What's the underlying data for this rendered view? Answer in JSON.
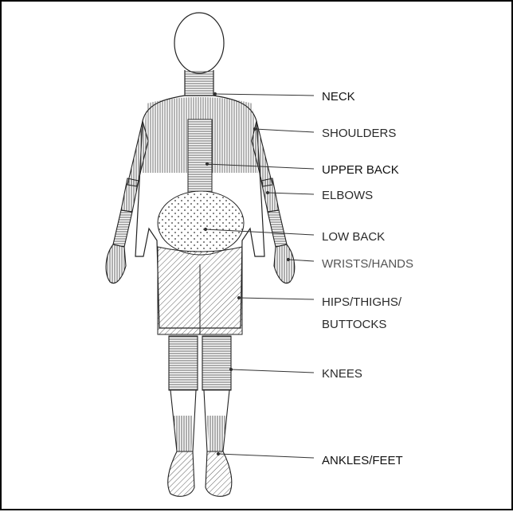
{
  "diagram": {
    "labels": {
      "neck": "NECK",
      "shoulders": "SHOULDERS",
      "upper_back": "UPPER BACK",
      "elbows": "ELBOWS",
      "low_back": "LOW BACK",
      "wrists_hands": "WRISTS/HANDS",
      "hips_line1": "HIPS/THIGHS/",
      "hips_line2": "BUTTOCKS",
      "knees": "KNEES",
      "ankles_feet": "ANKLES/FEET"
    }
  }
}
